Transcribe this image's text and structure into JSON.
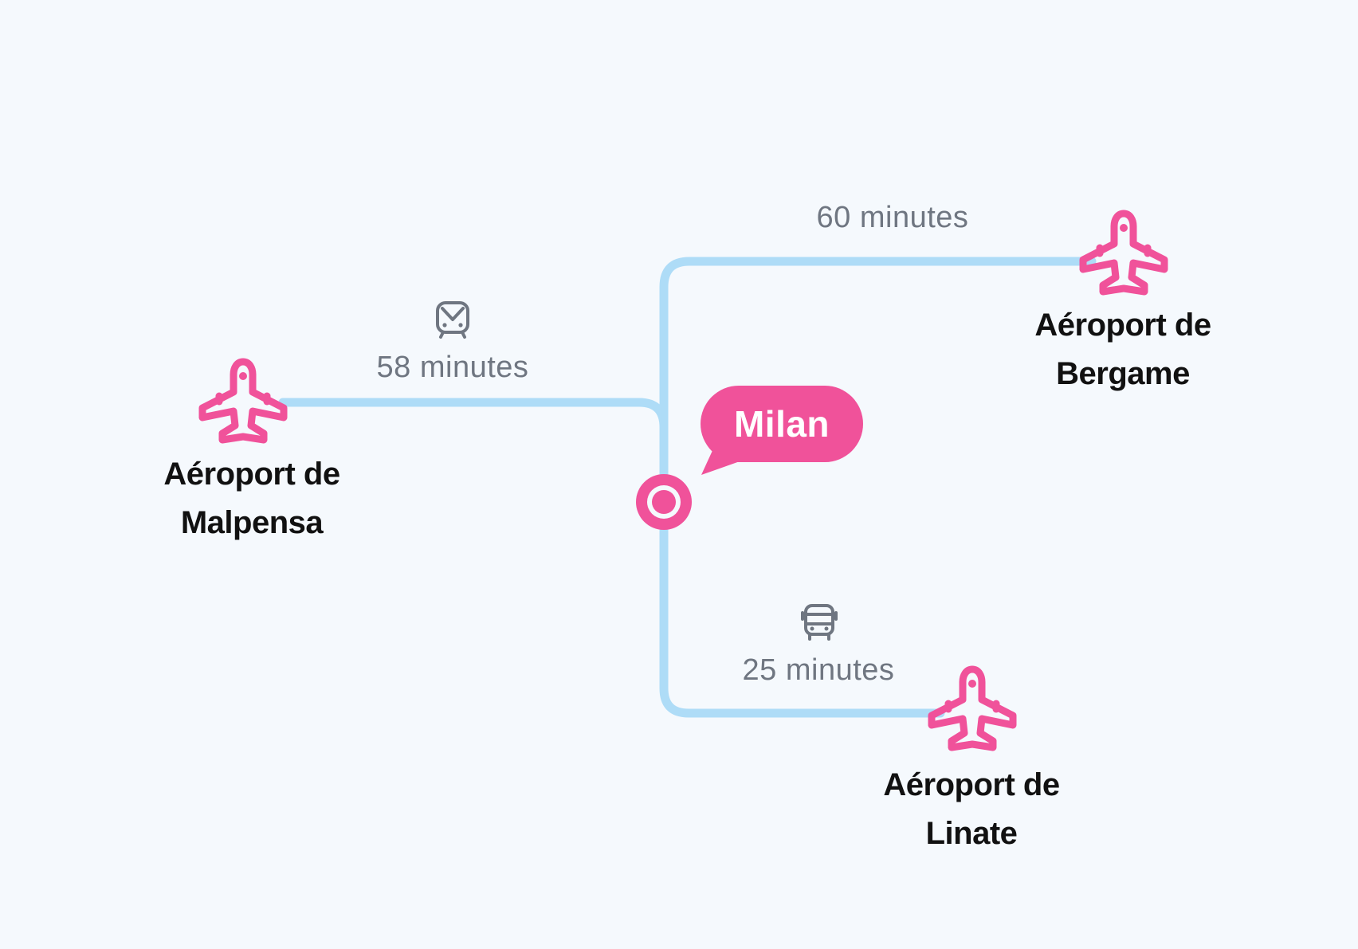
{
  "colors": {
    "background": "#f5f9fd",
    "route_line": "#aedcf7",
    "accent": "#f0529a",
    "label_text": "#111111",
    "duration_text": "#6f7681"
  },
  "center": {
    "city": "Milan",
    "marker_icon": "location-target-icon"
  },
  "routes": [
    {
      "airport_line1": "Aéroport de",
      "airport_line2": "Malpensa",
      "duration": "58 minutes",
      "mode_icon": "train-icon"
    },
    {
      "airport_line1": "Aéroport de",
      "airport_line2": "Bergame",
      "duration": "60 minutes",
      "mode_icon": ""
    },
    {
      "airport_line1": "Aéroport de",
      "airport_line2": "Linate",
      "duration": "25 minutes",
      "mode_icon": "bus-icon"
    }
  ],
  "airport_icon": "airplane-icon"
}
